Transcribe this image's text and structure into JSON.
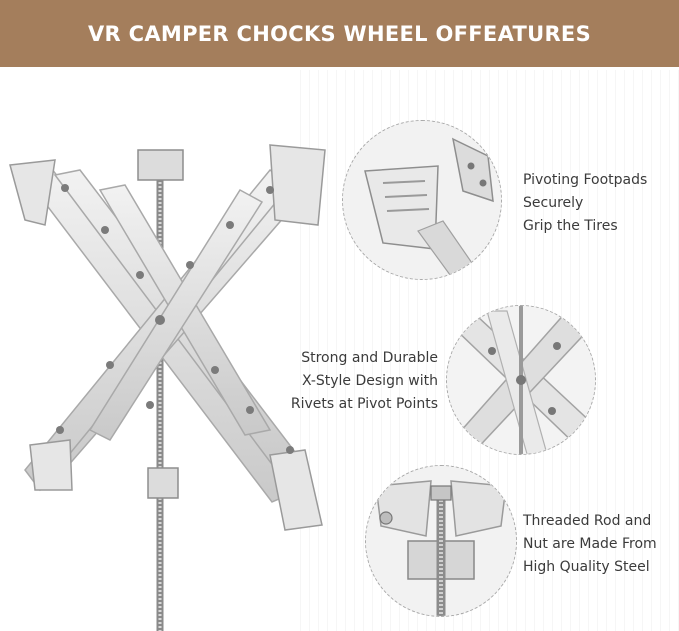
{
  "banner": {
    "title": "VR CAMPER CHOCKS WHEEL OFFEATURES",
    "color": "#a47e5c"
  },
  "features": [
    {
      "lines": [
        "Pivoting Footpads",
        "Securely",
        "Grip the Tires"
      ]
    },
    {
      "lines": [
        "Strong and Durable",
        "X-Style Design with",
        "Rivets at Pivot Points"
      ]
    },
    {
      "lines": [
        "Threaded Rod and",
        "Nut are Made From",
        "High Quality Steel"
      ]
    }
  ]
}
